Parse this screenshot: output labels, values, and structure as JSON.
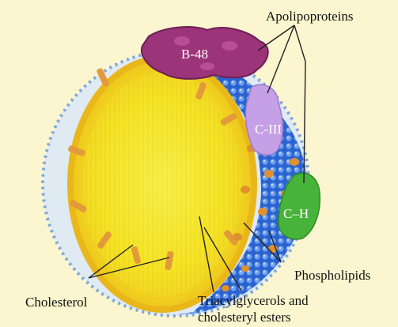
{
  "labels": {
    "apolipoproteins": "Apolipoproteins",
    "b48": "B-48",
    "c3": "C-III",
    "ch": "C–H",
    "phospholipids": "Phospholipids",
    "cholesterol": "Cholesterol",
    "triacyl_line1": "Triacylglycerols and",
    "triacyl_line2": "cholesteryl esters"
  },
  "colors": {
    "background": "#fbf6cf",
    "core": "#f3e224",
    "core_edge": "#e9c11a",
    "shell": "#2f6fd8",
    "protein_b48": "#a0387c",
    "protein_c3": "#c9a2e6",
    "protein_ch": "#45b33a",
    "cholesterol": "#e39a3a"
  }
}
